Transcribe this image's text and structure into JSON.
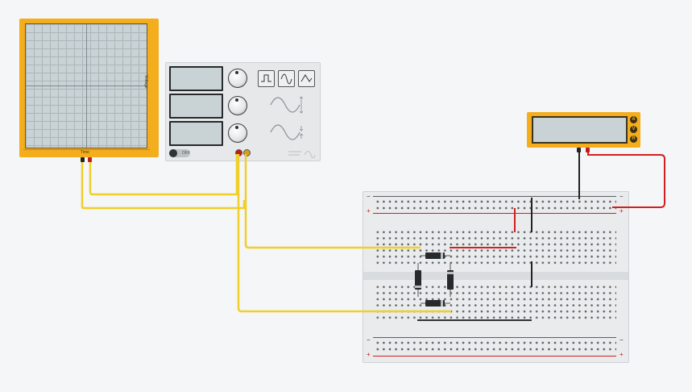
{
  "oscilloscope": {
    "vertical_label": "Voltage",
    "horizontal_label": "Time"
  },
  "function_generator": {
    "power_toggle_label": "OFF",
    "waveforms": [
      "square-wave-icon",
      "sine-wave-icon",
      "triangle-wave-icon"
    ]
  },
  "multimeter": {
    "mode_buttons": [
      "A",
      "V",
      "R"
    ]
  },
  "colors": {
    "instrument_body": "#f4ad1c",
    "display": "#c9d2d5",
    "wire_yellow": "#f0cf2a",
    "wire_red": "#d41f1f",
    "wire_black": "#222222"
  }
}
